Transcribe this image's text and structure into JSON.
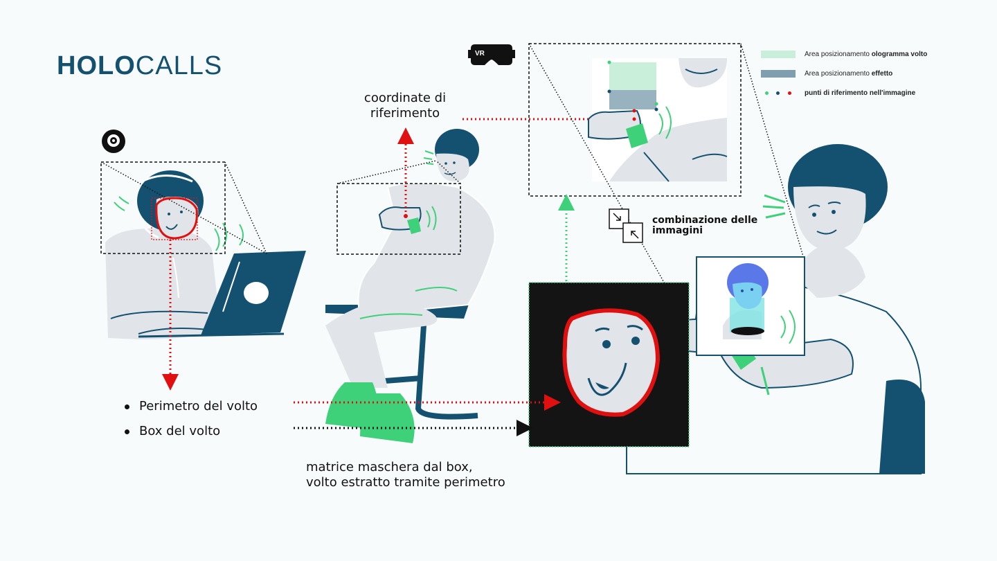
{
  "brand": {
    "logo_bold": "HOLO",
    "logo_light": "CALLS"
  },
  "badges": {
    "vr": "VR"
  },
  "labels": {
    "coordinates_line1": "coordinate di",
    "coordinates_line2": "riferimento",
    "face_perimeter": "Perimetro del volto",
    "face_box": "Box del volto",
    "mask_line1": "matrice maschera dal box,",
    "mask_line2": "volto estratto tramite perimetro",
    "combine_line1": "combinazione delle",
    "combine_line2": "immagini"
  },
  "legend": {
    "hologram_prefix": "Area posizionamento ",
    "hologram_bold": "ologramma volto",
    "effect_prefix": "Area posizionamento ",
    "effect_bold": "effetto",
    "points_bold": "punti di riferimento nell'immagine"
  },
  "colors": {
    "brand_blue": "#14506f",
    "accent_green": "#3fd07a",
    "accent_red": "#e01010",
    "skin_grey": "#e1e4e8",
    "hologram_area": "#c9eed9",
    "effect_area": "#7f9fb0",
    "dark_panel": "#141414"
  },
  "icons": [
    "webcam-icon",
    "vr-headset-icon",
    "combine-images-icon"
  ]
}
